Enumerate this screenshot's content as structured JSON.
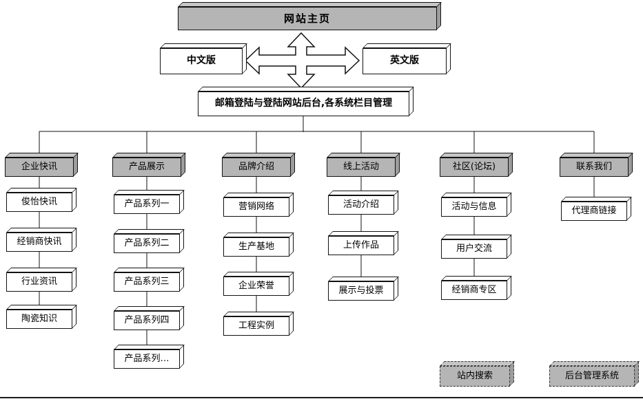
{
  "title": "网站主页",
  "versions": {
    "chinese": "中文版",
    "english": "英文版"
  },
  "admin_bar": "邮箱登陆与登陆网站后台,各系统栏目管理",
  "columns": [
    {
      "header": "企业快讯",
      "children": [
        "俊怡快讯",
        "经销商快讯",
        "行业资讯",
        "陶瓷知识"
      ]
    },
    {
      "header": "产品展示",
      "children": [
        "产品系列一",
        "产品系列二",
        "产品系列三",
        "产品系列四",
        "产品系列…"
      ]
    },
    {
      "header": "品牌介绍",
      "children": [
        "营销网络",
        "生产基地",
        "企业荣誉",
        "工程实例"
      ]
    },
    {
      "header": "线上活动",
      "children": [
        "活动介绍",
        "上传作品",
        "展示与投票"
      ]
    },
    {
      "header": "社区(论坛)",
      "children": [
        "活动与信息",
        "用户交流",
        "经销商专区"
      ]
    },
    {
      "header": "联系我们",
      "children": [
        "代理商链接"
      ]
    }
  ],
  "floating_boxes": [
    {
      "label": "站内搜索"
    },
    {
      "label": "后台管理系统"
    }
  ],
  "colors": {
    "header_fill": "#b5b5b5",
    "child_fill": "#ffffff",
    "line": "#111111",
    "page_bg": "#ffffff"
  }
}
